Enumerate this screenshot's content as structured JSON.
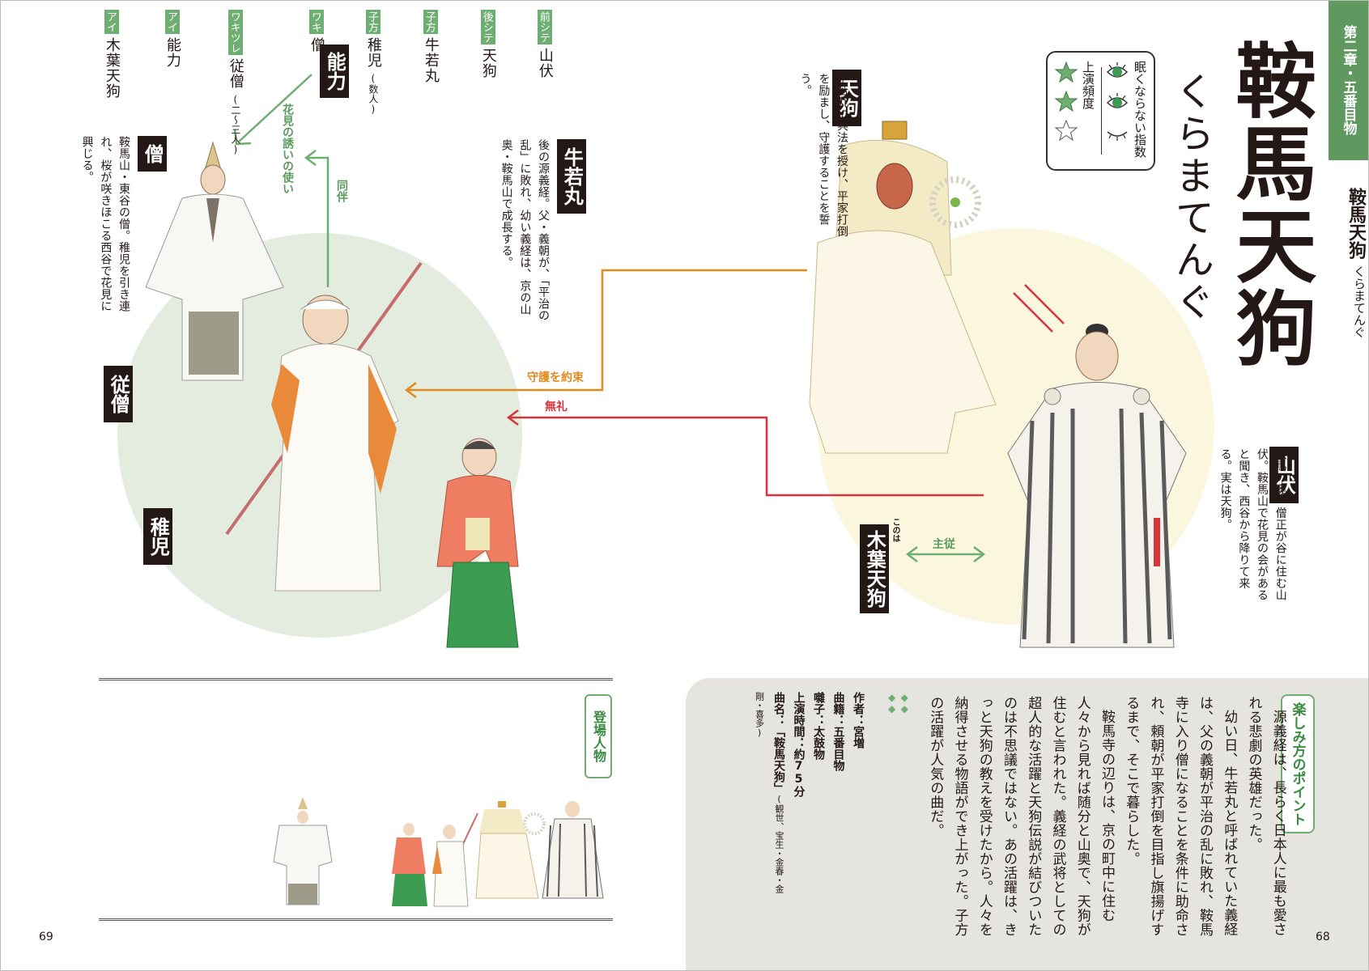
{
  "header": {
    "chapter": "第二章・五番目物",
    "title": "鞍馬天狗",
    "reading": "くらまてんぐ",
    "side_title": "鞍馬天狗",
    "side_reading": "くらまてんぐ"
  },
  "rating": {
    "sleepiness_label": "眠くならない指数",
    "sleepiness_icons": [
      "eye-open-icon",
      "eye-open-icon",
      "eye-closed-icon"
    ],
    "frequency_label": "上演頻度",
    "frequency_stars": 2,
    "frequency_max": 3
  },
  "characters": {
    "tengu": {
      "name": "天狗",
      "desc": "牛若丸に兵法を授け、平家打倒を励まし、守護することを誓う。"
    },
    "ushiwakamaru": {
      "name": "牛若丸",
      "desc": "後の源義経。父・義朝が、「平治の乱」に敗れ、幼い義経は、京の山奥・鞍馬山で成長する。"
    },
    "noriki": {
      "name": "能力"
    },
    "so": {
      "name": "僧",
      "desc": "鞍馬山・東谷の僧。稚児を引き連れ、桜が咲きほこる西谷で花見に興じる。"
    },
    "juso": {
      "name": "従僧"
    },
    "chigo": {
      "name": "稚児"
    },
    "yamabushi": {
      "name": "山伏",
      "desc": "鞍馬の奥・僧正が谷に住む山伏。鞍馬山で花見の会があると聞き、西谷から降りて来る。実は天狗。"
    },
    "konoha": {
      "name": "木葉天狗",
      "ruby": "このは"
    }
  },
  "relations": {
    "hanami": "花見の誘いの使い",
    "dohan": "同伴",
    "shugo": "守護を約束",
    "burei": "無礼",
    "shuju": "主従"
  },
  "cast": {
    "title": "登場人物",
    "entries": [
      {
        "role": "前シテ",
        "name": "山伏",
        "note": ""
      },
      {
        "role": "後シテ",
        "name": "天狗",
        "note": ""
      },
      {
        "role": "子方",
        "name": "牛若丸",
        "note": ""
      },
      {
        "role": "子方",
        "name": "稚児",
        "note": "(数人)"
      },
      {
        "role": "ワキ",
        "name": "僧",
        "note": ""
      },
      {
        "role": "ワキツレ",
        "name": "従僧",
        "note": "(二～三人)"
      },
      {
        "role": "アイ",
        "name": "能力",
        "note": ""
      },
      {
        "role": "アイ",
        "name": "木葉天狗",
        "note": ""
      }
    ]
  },
  "points": {
    "title": "楽しみ方のポイント",
    "paragraphs": [
      "源義経は、長らく日本人に最も愛される悲劇の英雄だった。",
      "幼い日、牛若丸と呼ばれていた義経は、父の義朝が平治の乱に敗れ、鞍馬寺に入り僧になることを条件に助命され、頼朝が平家打倒を目指し旗揚げするまで、そこで暮らした。",
      "鞍馬寺の辺りは、京の町中に住む人々から見れば随分と山奥で、天狗が住むと言われた。義経の武将としての超人的な活躍と天狗伝説が結びついたのは不思議ではない。あの活躍は、きっと天狗の教えを受けたから。人々を納得させる物語ができ上がった。子方の活躍が人気の曲だ。"
    ]
  },
  "info": {
    "title": "曲名：「鞍馬天狗」",
    "schools": "(観世、宝生・金春・金剛・喜多)",
    "duration": "上演時間：約75分",
    "hayashi": "囃子：太鼓物",
    "category": "曲籍：五番目物",
    "author": "作者：宮増"
  },
  "pages": {
    "left": "69",
    "right": "68"
  },
  "colors": {
    "chapter_green": "#5f9960",
    "relation_green": "#6fae73",
    "relation_orange": "#e08a1e",
    "relation_red": "#d8343b",
    "circle_green": "#e3ecdf",
    "circle_yellow": "#fbf6de",
    "panel_gray": "#e6e4df"
  }
}
